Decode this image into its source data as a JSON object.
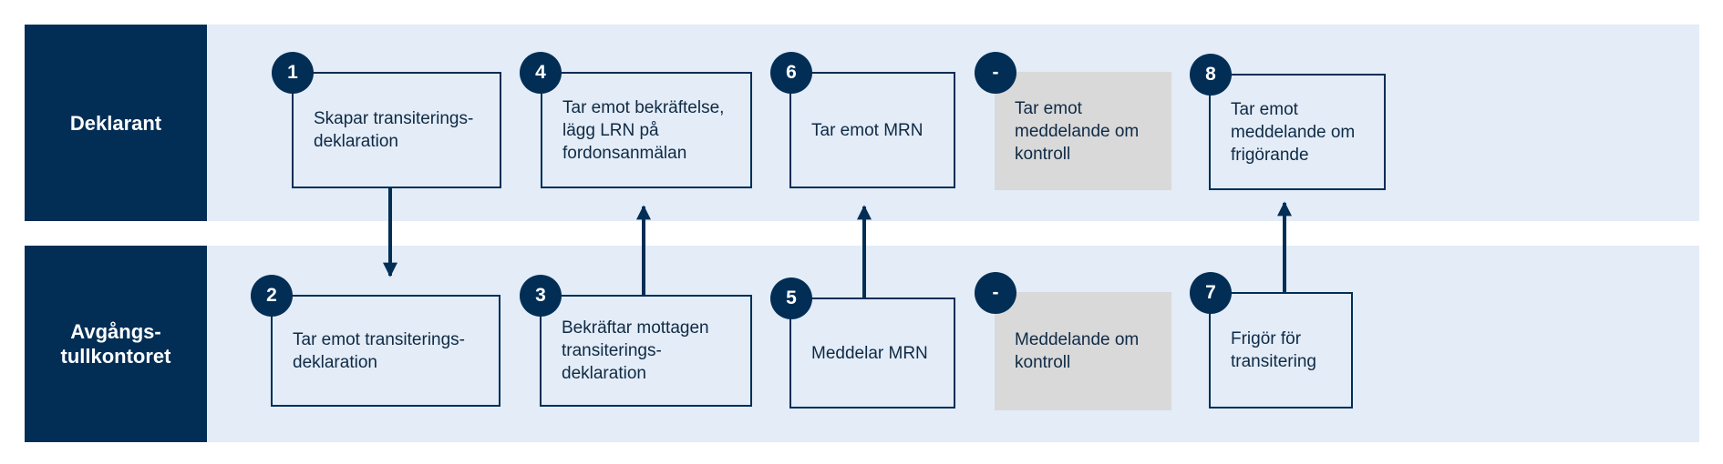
{
  "lanes": [
    {
      "label": "Deklarant"
    },
    {
      "label": "Avgångs-\ntullkontoret"
    }
  ],
  "steps": [
    {
      "number": "1",
      "text": "Skapar transiterings-\ndeklaration"
    },
    {
      "number": "4",
      "text": "Tar emot bekräftelse,\nlägg LRN på\nfordonsanmälan"
    },
    {
      "number": "6",
      "text": "Tar emot MRN"
    },
    {
      "number": "-",
      "text": "Tar emot\nmeddelande om\nkontroll"
    },
    {
      "number": "8",
      "text": "Tar emot\nmeddelande om\nfrigörande"
    },
    {
      "number": "2",
      "text": "Tar emot transiterings-\ndeklaration"
    },
    {
      "number": "3",
      "text": "Bekräftar mottagen\ntransiterings-\ndeklaration"
    },
    {
      "number": "5",
      "text": "Meddelar MRN"
    },
    {
      "number": "-",
      "text": "Meddelande om\nkontroll"
    },
    {
      "number": "7",
      "text": "Frigör för\ntransitering"
    }
  ],
  "colors": {
    "dark_navy": "#022e56",
    "lane_background": "#e3ecf7",
    "grey_box": "#d9d9d9"
  }
}
